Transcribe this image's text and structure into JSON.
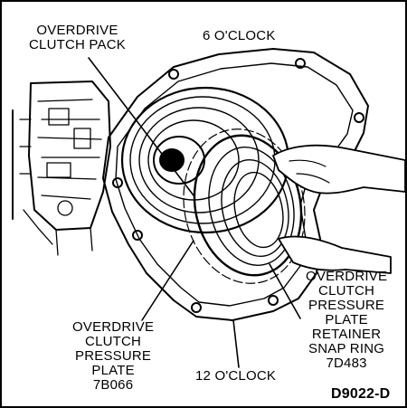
{
  "labels": {
    "overdrive_clutch_pack": [
      "OVERDRIVE",
      "CLUTCH PACK"
    ],
    "six_oclock": "6 O'CLOCK",
    "twelve_oclock": "12 O'CLOCK",
    "pressure_plate": [
      "OVERDRIVE",
      "CLUTCH",
      "PRESSURE",
      "PLATE",
      "7B066"
    ],
    "retainer_snap_ring": [
      "OVERDRIVE",
      "CLUTCH",
      "PRESSURE",
      "PLATE",
      "RETAINER",
      "SNAP RING",
      "7D483"
    ],
    "figure_id": "D9022-D"
  }
}
